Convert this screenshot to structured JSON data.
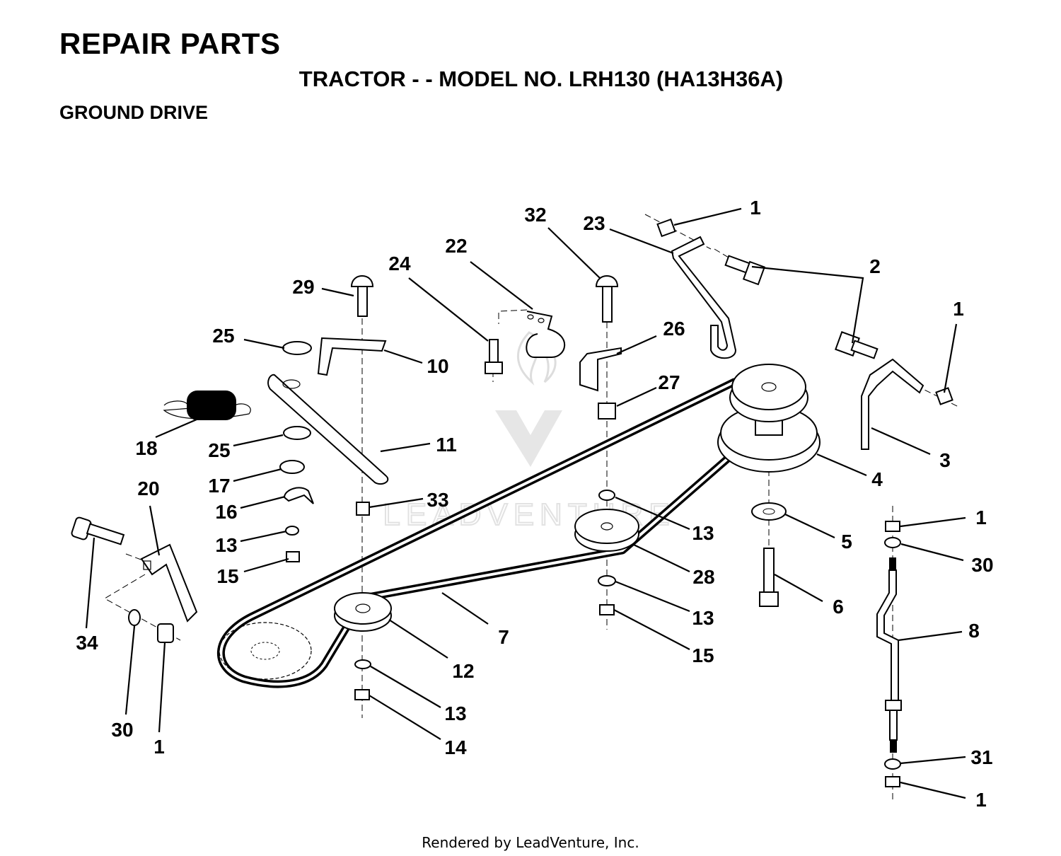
{
  "header": {
    "title": "REPAIR PARTS",
    "subtitle": "TRACTOR - - MODEL NO. LRH130 (HA13H36A)",
    "section": "GROUND DRIVE"
  },
  "watermark": {
    "text": "LEADVENTURE"
  },
  "callouts": [
    "1",
    "23",
    "32",
    "2",
    "22",
    "24",
    "29",
    "1",
    "26",
    "25",
    "10",
    "27",
    "18",
    "25",
    "11",
    "3",
    "4",
    "20",
    "17",
    "33",
    "16",
    "13",
    "1",
    "13",
    "5",
    "30",
    "15",
    "28",
    "6",
    "34",
    "7",
    "13",
    "8",
    "15",
    "12",
    "30",
    "1",
    "13",
    "14",
    "31",
    "1"
  ],
  "footer": {
    "text": "Rendered by LeadVenture, Inc."
  }
}
